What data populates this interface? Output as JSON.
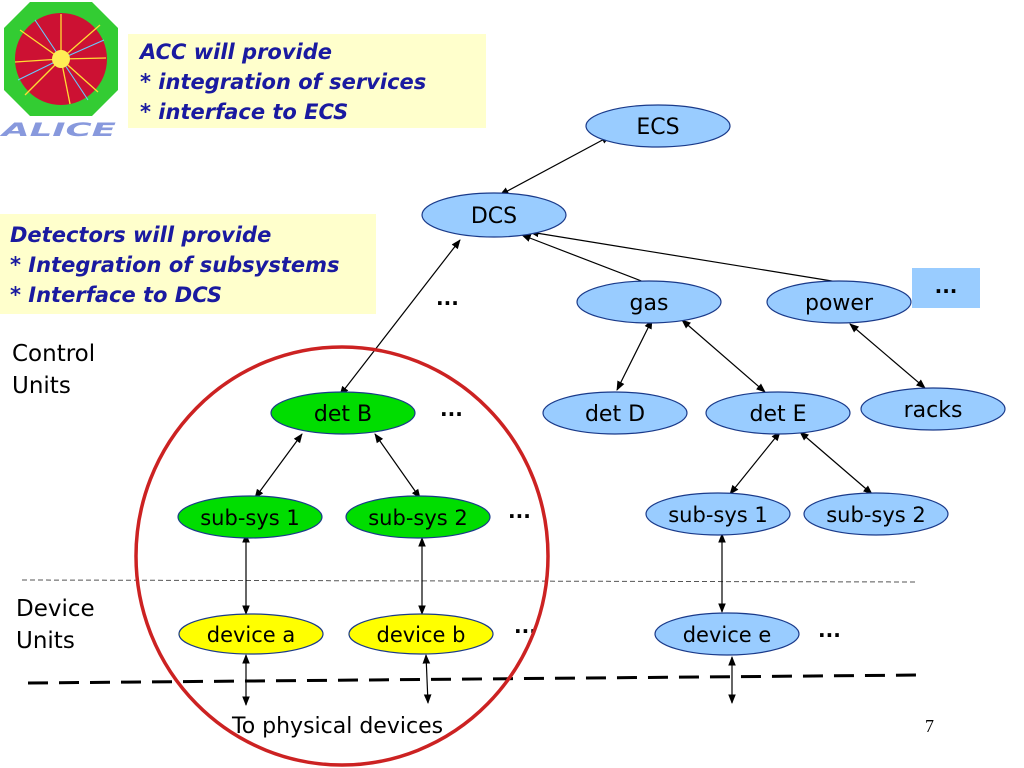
{
  "slide": {
    "page_number": "7",
    "logo_text": "ALICE",
    "acc_box": {
      "lines": [
        "ACC will provide",
        "* integration of services",
        "* interface to ECS"
      ]
    },
    "detectors_box": {
      "lines": [
        "Detectors will provide",
        "* Integration of subsystems",
        "* Interface to DCS"
      ]
    },
    "control_units_label": [
      "Control",
      "Units"
    ],
    "device_units_label": [
      "Device",
      "Units"
    ],
    "physical_devices_label": "To physical devices",
    "extra_box_label": "...",
    "ellipses_label": "...",
    "nodes": {
      "ecs": "ECS",
      "dcs": "DCS",
      "gas": "gas",
      "power": "power",
      "det_b": "det B",
      "det_d": "det D",
      "det_e": "det E",
      "racks": "racks",
      "b_sub_sys_1": "sub-sys 1",
      "b_sub_sys_2": "sub-sys 2",
      "e_sub_sys_1": "sub-sys 1",
      "e_sub_sys_2": "sub-sys 2",
      "device_a": "device a",
      "device_b": "device b",
      "device_e": "device e"
    },
    "colors": {
      "blue_node": "#99ccff",
      "green_node": "#00dd00",
      "yellow_node": "#ffff00",
      "text_box": "#ffffcc",
      "title_text": "#1a1aa0",
      "circle": "#cc2222"
    }
  }
}
